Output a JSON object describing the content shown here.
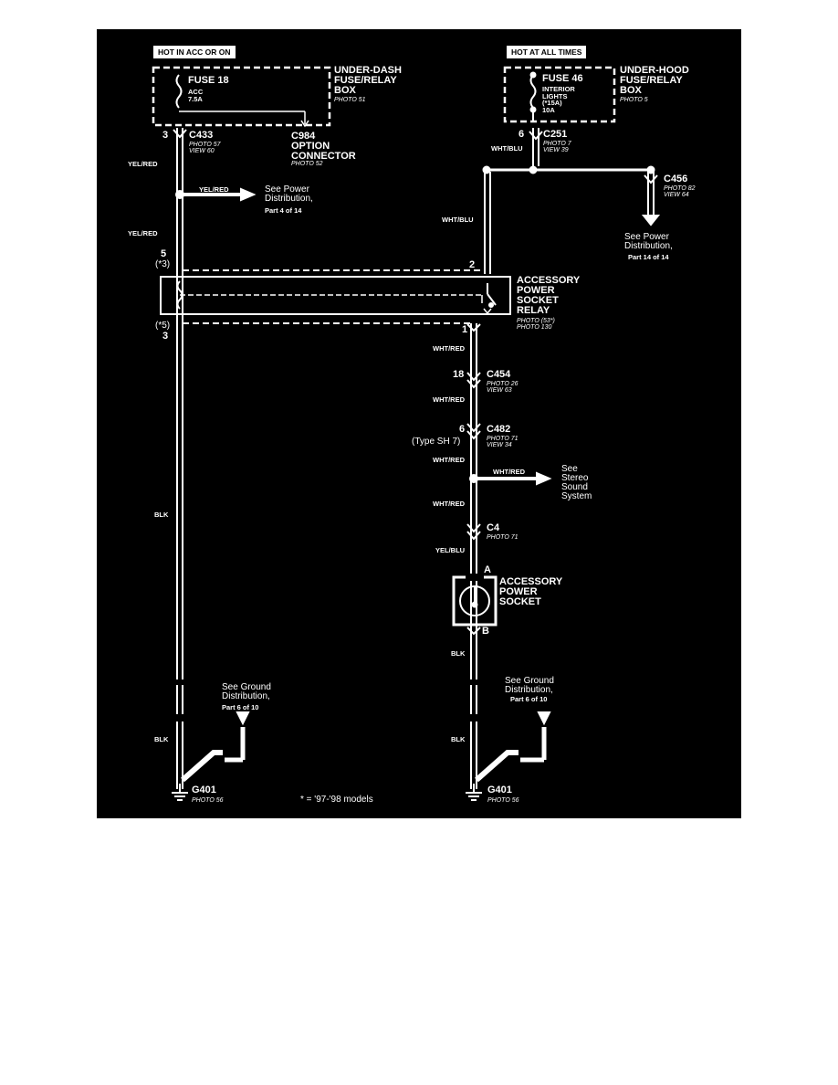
{
  "colors": {
    "background": "#000000",
    "wire": "#ffffff",
    "page": "#ffffff"
  },
  "left_circuit": {
    "hot_label": "HOT IN ACC OR ON",
    "box_title": [
      "UNDER-DASH",
      "FUSE/RELAY",
      "BOX"
    ],
    "box_photo": "PHOTO 51",
    "fuse_name": "FUSE 18",
    "fuse_sub": [
      "ACC",
      "7.5A"
    ],
    "conn_c433": {
      "pin": "3",
      "name": "C433",
      "photo": "PHOTO 57",
      "view": "VIEW 60"
    },
    "conn_c984": {
      "name": [
        "C984",
        "OPTION",
        "CONNECTOR"
      ],
      "photo": "PHOTO 52"
    },
    "wire_1": "YEL/RED",
    "wire_arrow": "YEL/RED",
    "see_power": [
      "See Power",
      "Distribution,"
    ],
    "see_power_part": "Part 4 of 14",
    "wire_2": "YEL/RED",
    "relay_pin_top": "5",
    "relay_pin_top_note": "(*3)",
    "relay_pin_bot_note": "(*5)",
    "relay_pin_bot": "3",
    "wire_blk_1": "BLK",
    "wire_blk_2": "BLK",
    "see_ground": [
      "See Ground",
      "Distribution,"
    ],
    "see_ground_part": "Part 6 of 10",
    "ground": {
      "name": "G401",
      "photo": "PHOTO 56"
    },
    "footnote": "* = '97-'98 models"
  },
  "right_circuit": {
    "hot_label": "HOT AT ALL TIMES",
    "box_title": [
      "UNDER-HOOD",
      "FUSE/RELAY",
      "BOX"
    ],
    "box_photo": "PHOTO 5",
    "fuse_name": "FUSE 46",
    "fuse_sub": [
      "INTERIOR",
      "LIGHTS",
      "(*15A)",
      "10A"
    ],
    "conn_c251": {
      "pin": "6",
      "name": "C251",
      "photo": "PHOTO 7",
      "view": "VIEW 39"
    },
    "wire_top": "WHT/BLU",
    "conn_c456": {
      "name": "C456",
      "photo": "PHOTO 82",
      "view": "VIEW 64"
    },
    "see_power": [
      "See Power",
      "Distribution,"
    ],
    "see_power_part": "Part 14 of 14",
    "wire_relay": "WHT/BLU",
    "relay_pin_top": "2",
    "relay_title": [
      "ACCESSORY",
      "POWER",
      "SOCKET",
      "RELAY"
    ],
    "relay_photo": [
      "PHOTO (53*)",
      "PHOTO 130"
    ],
    "relay_pin_bot": "1",
    "wire_a": "WHT/RED",
    "conn_c454": {
      "pin": "18",
      "name": "C454",
      "photo": "PHOTO 26",
      "view": "VIEW 63"
    },
    "wire_b": "WHT/RED",
    "conn_c482": {
      "pin": "6",
      "pin_note": "(Type SH 7)",
      "name": "C482",
      "photo": "PHOTO 71",
      "view": "VIEW 34"
    },
    "wire_c": "WHT/RED",
    "wire_stereo": "WHT/RED",
    "see_stereo": [
      "See",
      "Stereo",
      "Sound",
      "System"
    ],
    "wire_d": "WHT/RED",
    "conn_c4": {
      "name": "C4",
      "photo": "PHOTO 71"
    },
    "wire_e": "YEL/BLU",
    "socket_pin_a": "A",
    "socket_title": [
      "ACCESSORY",
      "POWER",
      "SOCKET"
    ],
    "socket_pin_b": "B",
    "wire_blk_1": "BLK",
    "wire_blk_2": "BLK",
    "see_ground": [
      "See Ground",
      "Distribution,"
    ],
    "see_ground_part": "Part 6 of 10",
    "ground": {
      "name": "G401",
      "photo": "PHOTO 56"
    }
  }
}
